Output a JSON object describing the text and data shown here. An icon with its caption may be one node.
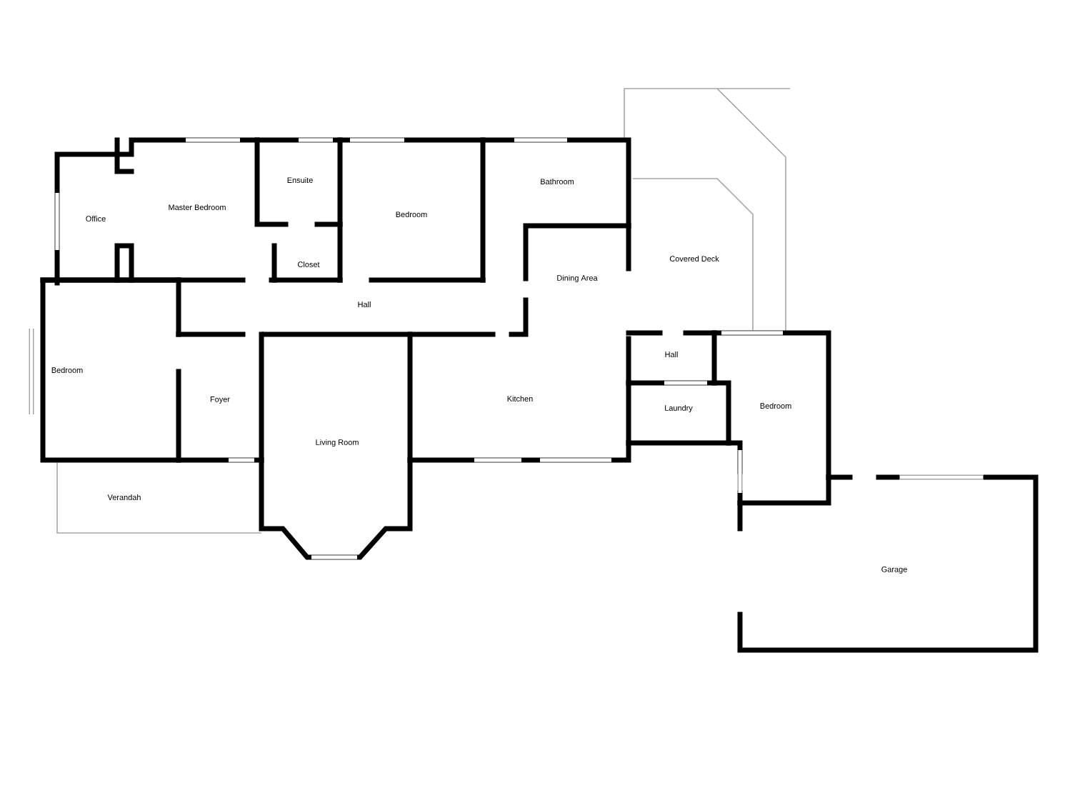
{
  "diagram": {
    "labels": [
      "Ensuite",
      "Bathroom",
      "Master Bedroom",
      "Bedroom",
      "Office",
      "Covered Deck",
      "Closet",
      "Dining Area",
      "Hall",
      "Hall",
      "Bedroom",
      "Foyer",
      "Kitchen",
      "Laundry",
      "Bedroom",
      "Living Room",
      "Verandah",
      "Garage"
    ]
  }
}
